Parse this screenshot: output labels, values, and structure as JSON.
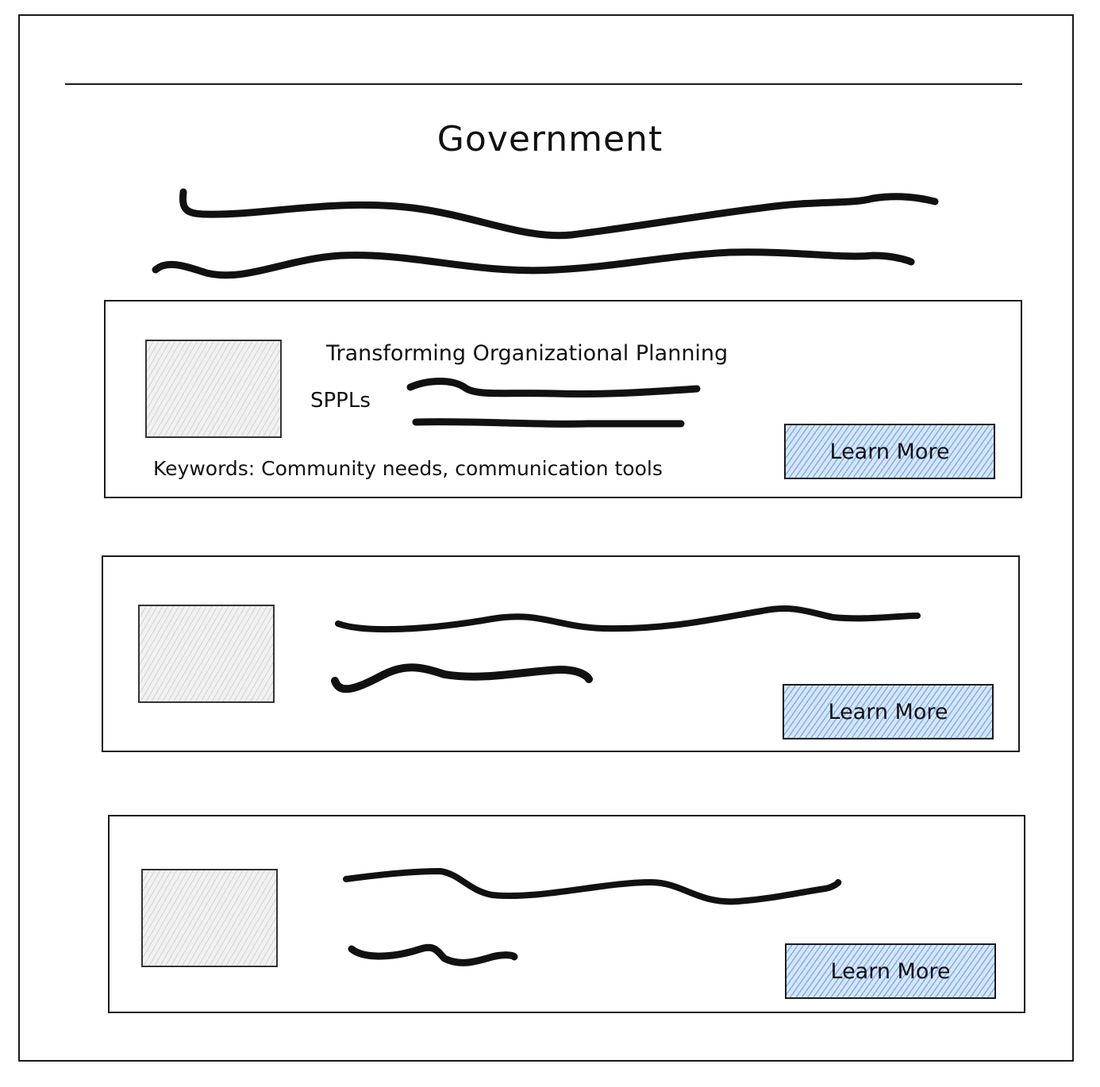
{
  "page": {
    "title": "Government"
  },
  "cards": [
    {
      "title": "Transforming Organizational Planning",
      "tag": "SPPLs",
      "keywords": "Keywords: Community needs, communication tools",
      "button_label": "Learn More"
    },
    {
      "button_label": "Learn More"
    },
    {
      "button_label": "Learn More"
    }
  ],
  "colors": {
    "ink": "#1a1a1a",
    "button_fill": "#d6e6fa",
    "button_hatch": "#3c82dc",
    "thumbnail_fill": "#f1f1f1"
  }
}
